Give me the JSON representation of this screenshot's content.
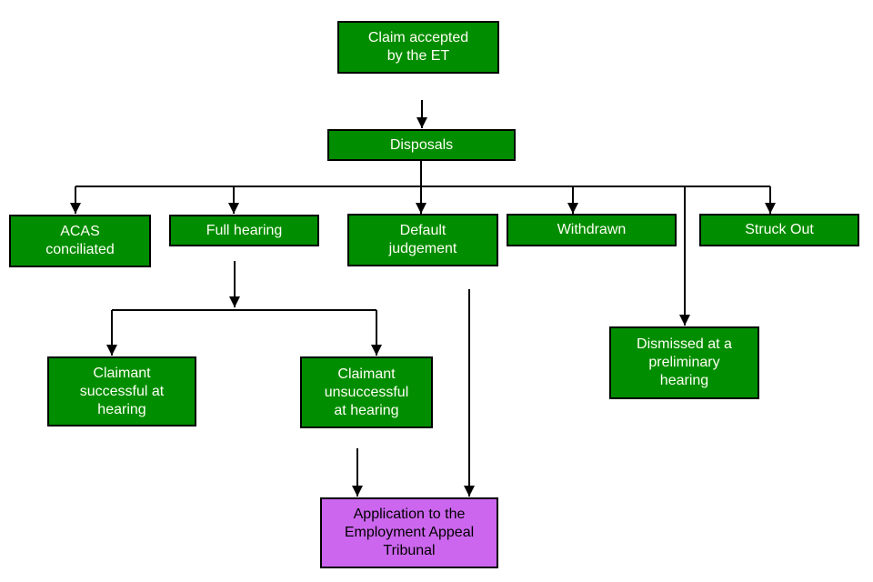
{
  "diagram": {
    "type": "flowchart",
    "background": "#FFFFFF",
    "colors": {
      "node_fill_green": "#008D00",
      "node_fill_purple": "#CC66EE",
      "node_border": "#000000",
      "text_on_green": "#FFFFF4",
      "text_on_purple": "#000000",
      "connector": "#000000"
    },
    "nodes": {
      "claim_accepted": {
        "label": "Claim accepted\nby the ET",
        "fill": "green"
      },
      "disposals": {
        "label": "Disposals",
        "fill": "green"
      },
      "acas_conciliated": {
        "label": "ACAS\nconciliated",
        "fill": "green"
      },
      "full_hearing": {
        "label": "Full hearing",
        "fill": "green"
      },
      "default_judgement": {
        "label": "Default\njudgement",
        "fill": "green"
      },
      "withdrawn": {
        "label": "Withdrawn",
        "fill": "green"
      },
      "struck_out": {
        "label": "Struck Out",
        "fill": "green"
      },
      "dismissed_preliminary": {
        "label": "Dismissed at a\npreliminary\nhearing",
        "fill": "green"
      },
      "claimant_successful": {
        "label": "Claimant\nsuccessful at\nhearing",
        "fill": "green"
      },
      "claimant_unsuccessful": {
        "label": "Claimant\nunsuccessful\nat hearing",
        "fill": "green"
      },
      "application_eat": {
        "label": "Application to the\nEmployment Appeal\nTribunal",
        "fill": "purple"
      }
    },
    "edges": [
      {
        "from": "claim_accepted",
        "to": "disposals"
      },
      {
        "from": "disposals",
        "to": "acas_conciliated"
      },
      {
        "from": "disposals",
        "to": "full_hearing"
      },
      {
        "from": "disposals",
        "to": "default_judgement"
      },
      {
        "from": "disposals",
        "to": "withdrawn"
      },
      {
        "from": "disposals",
        "to": "dismissed_preliminary"
      },
      {
        "from": "disposals",
        "to": "struck_out"
      },
      {
        "from": "full_hearing",
        "to": "claimant_successful"
      },
      {
        "from": "full_hearing",
        "to": "claimant_unsuccessful"
      },
      {
        "from": "claimant_unsuccessful",
        "to": "application_eat"
      },
      {
        "from": "default_judgement",
        "to": "application_eat"
      }
    ]
  }
}
